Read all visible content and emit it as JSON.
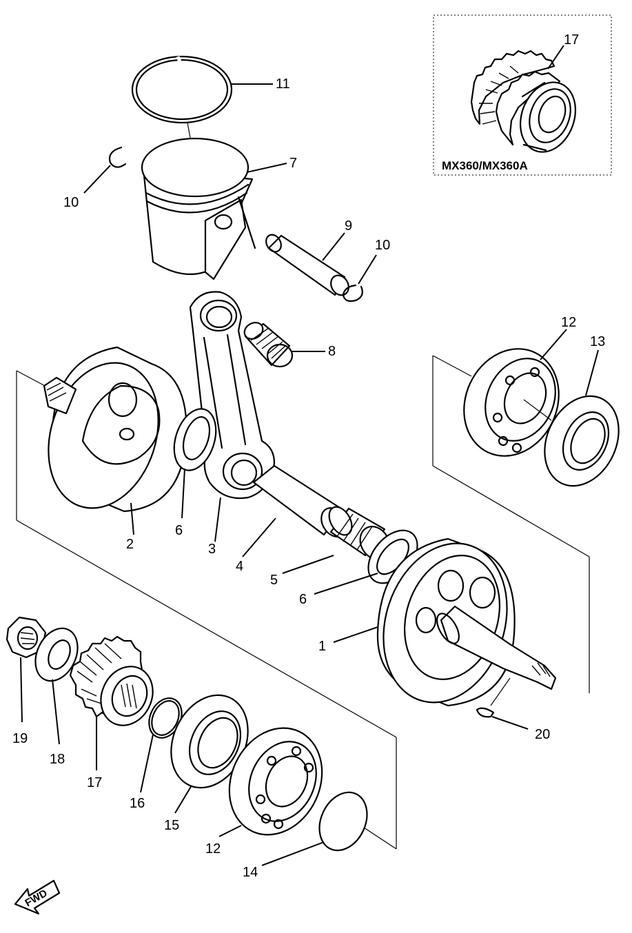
{
  "inset": {
    "label": "MX360/MX360A",
    "callout": "17"
  },
  "direction_marker": "FWD",
  "callouts": {
    "ring": "11",
    "piston": "7",
    "clip_left": "10",
    "pin": "9",
    "clip_right": "10",
    "small_end_bearing": "8",
    "bearing_right": "12",
    "seal_right": "13",
    "crank_left": "2",
    "washer_left": "6",
    "rod": "3",
    "crank_pin": "4",
    "big_end_bearing": "5",
    "washer_right": "6",
    "crank_right": "1",
    "key": "20",
    "nut": "19",
    "washer_nut": "18",
    "gear": "17",
    "circlip": "16",
    "seal_lower": "15",
    "bearing_lower": "12",
    "shim": "14"
  }
}
